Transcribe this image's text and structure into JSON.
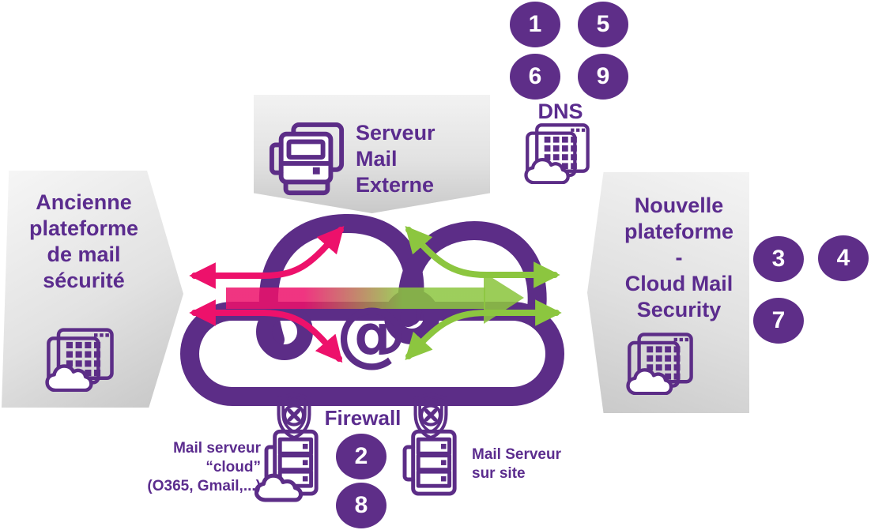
{
  "colors": {
    "purple": "#5C2D87",
    "pink": "#ED116B",
    "green": "#8CC63F",
    "panel_gray_light": "#F2F2F2",
    "panel_gray_dark": "#C6C6C6",
    "step_circle_fill": "#5E2E88",
    "step_circle_text": "#FFFFFF"
  },
  "external_mail_server": {
    "label_lines": [
      "Serveur",
      "Mail",
      "Externe"
    ]
  },
  "dns": {
    "label": "DNS",
    "steps": [
      "1",
      "5",
      "6",
      "9"
    ]
  },
  "old_platform": {
    "label_lines": [
      "Ancienne",
      "plateforme",
      "de mail",
      "sécurité"
    ]
  },
  "new_platform": {
    "label_lines": [
      "Nouvelle",
      "plateforme",
      "-",
      "Cloud Mail",
      "Security"
    ],
    "steps": [
      "3",
      "4",
      "7"
    ]
  },
  "cloud": {
    "at_symbol": "@"
  },
  "firewall": {
    "label": "Firewall",
    "steps": [
      "2",
      "8"
    ]
  },
  "cloud_mail_server": {
    "label_lines": [
      "Mail serveur",
      "“cloud”",
      "(O365, Gmail,...)"
    ]
  },
  "onsite_mail_server": {
    "label_lines": [
      "Mail Serveur",
      "sur site"
    ]
  }
}
